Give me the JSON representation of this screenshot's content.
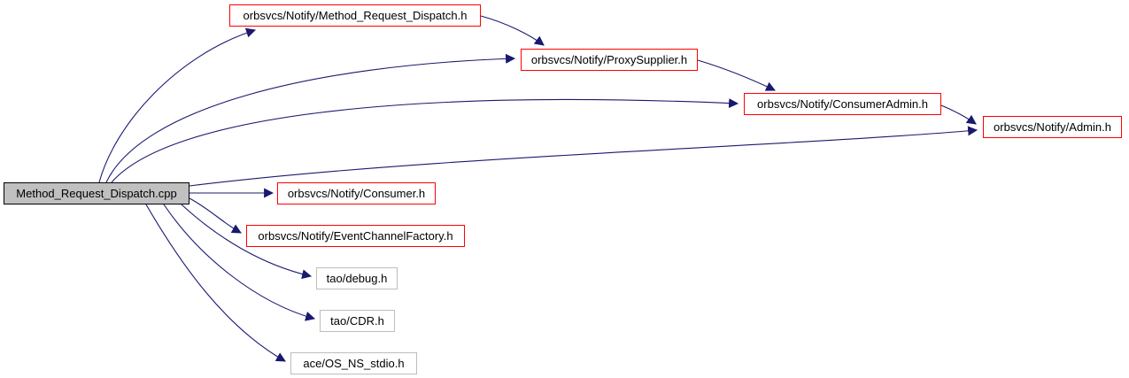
{
  "diagram": {
    "kind": "include-dependency-graph",
    "colors": {
      "edge": "#191970",
      "documented_node_border": "#ff0000",
      "external_node_border": "#bdbdbd",
      "source_node_fill": "#c0c0c0",
      "source_node_border": "#000000",
      "node_fill": "#ffffff",
      "text": "#000000",
      "background": "#ffffff"
    },
    "nodes": [
      {
        "label": "Method_Request_Dispatch.cpp",
        "kind": "source"
      },
      {
        "label": "orbsvcs/Notify/Method_Request_Dispatch.h",
        "kind": "documented"
      },
      {
        "label": "orbsvcs/Notify/ProxySupplier.h",
        "kind": "documented"
      },
      {
        "label": "orbsvcs/Notify/ConsumerAdmin.h",
        "kind": "documented"
      },
      {
        "label": "orbsvcs/Notify/Admin.h",
        "kind": "documented"
      },
      {
        "label": "orbsvcs/Notify/Consumer.h",
        "kind": "documented"
      },
      {
        "label": "orbsvcs/Notify/EventChannelFactory.h",
        "kind": "documented"
      },
      {
        "label": "tao/debug.h",
        "kind": "external"
      },
      {
        "label": "tao/CDR.h",
        "kind": "external"
      },
      {
        "label": "ace/OS_NS_stdio.h",
        "kind": "external"
      }
    ],
    "edges": [
      {
        "from": "Method_Request_Dispatch.cpp",
        "to": "orbsvcs/Notify/Method_Request_Dispatch.h"
      },
      {
        "from": "Method_Request_Dispatch.cpp",
        "to": "orbsvcs/Notify/ProxySupplier.h"
      },
      {
        "from": "Method_Request_Dispatch.cpp",
        "to": "orbsvcs/Notify/ConsumerAdmin.h"
      },
      {
        "from": "Method_Request_Dispatch.cpp",
        "to": "orbsvcs/Notify/Admin.h"
      },
      {
        "from": "Method_Request_Dispatch.cpp",
        "to": "orbsvcs/Notify/Consumer.h"
      },
      {
        "from": "Method_Request_Dispatch.cpp",
        "to": "orbsvcs/Notify/EventChannelFactory.h"
      },
      {
        "from": "Method_Request_Dispatch.cpp",
        "to": "tao/debug.h"
      },
      {
        "from": "Method_Request_Dispatch.cpp",
        "to": "tao/CDR.h"
      },
      {
        "from": "Method_Request_Dispatch.cpp",
        "to": "ace/OS_NS_stdio.h"
      },
      {
        "from": "orbsvcs/Notify/Method_Request_Dispatch.h",
        "to": "orbsvcs/Notify/ProxySupplier.h"
      },
      {
        "from": "orbsvcs/Notify/ProxySupplier.h",
        "to": "orbsvcs/Notify/ConsumerAdmin.h"
      },
      {
        "from": "orbsvcs/Notify/ConsumerAdmin.h",
        "to": "orbsvcs/Notify/Admin.h"
      }
    ]
  }
}
